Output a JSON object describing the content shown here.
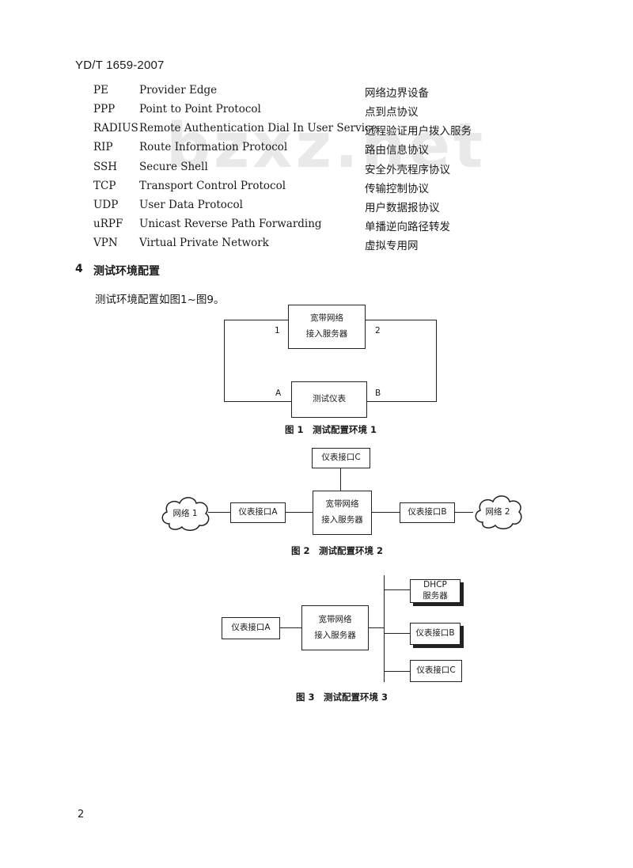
{
  "header": {
    "doc_id": "YD/T 1659-2007"
  },
  "watermark": "bzxz.net",
  "abbreviations": [
    {
      "abbr": "PE",
      "full": "Provider Edge",
      "cn": "网络边界设备"
    },
    {
      "abbr": "PPP",
      "full": "Point to Point Protocol",
      "cn": "点到点协议"
    },
    {
      "abbr": "RADIUS",
      "full": "Remote Authentication Dial In User Service",
      "cn": "远程验证用户拨入服务"
    },
    {
      "abbr": "RIP",
      "full": "Route Information Protocol",
      "cn": "路由信息协议"
    },
    {
      "abbr": "SSH",
      "full": "Secure Shell",
      "cn": "安全外壳程序协议"
    },
    {
      "abbr": "TCP",
      "full": "Transport Control Protocol",
      "cn": "传输控制协议"
    },
    {
      "abbr": "UDP",
      "full": "User Data Protocol",
      "cn": "用户数据报协议"
    },
    {
      "abbr": "uRPF",
      "full": "Unicast Reverse Path Forwarding",
      "cn": "单播逆向路径转发"
    },
    {
      "abbr": "VPN",
      "full": "Virtual Private Network",
      "cn": "虚拟专用网"
    }
  ],
  "section": {
    "number": "4",
    "title": "测试环境配置",
    "intro": "测试环境配置如图1~图9。"
  },
  "fig1": {
    "server_line1": "宽带网络",
    "server_line2": "接入服务器",
    "tester": "测试仪表",
    "port1": "1",
    "port2": "2",
    "portA": "A",
    "portB": "B",
    "caption": "图 1　测试配置环境 1"
  },
  "fig2": {
    "port_c": "仪表接口C",
    "port_a": "仪表接口A",
    "port_b": "仪表接口B",
    "server_line1": "宽带网络",
    "server_line2": "接入服务器",
    "net1": "网络 1",
    "net2": "网络 2",
    "caption": "图 2　测试配置环境 2"
  },
  "fig3": {
    "port_a": "仪表接口A",
    "server_line1": "宽带网络",
    "server_line2": "接入服务器",
    "dhcp_line1": "DHCP",
    "dhcp_line2": "服务器",
    "port_b": "仪表接口B",
    "port_c": "仪表接口C",
    "caption": "图 3　测试配置环境 3"
  },
  "page_number": "2"
}
